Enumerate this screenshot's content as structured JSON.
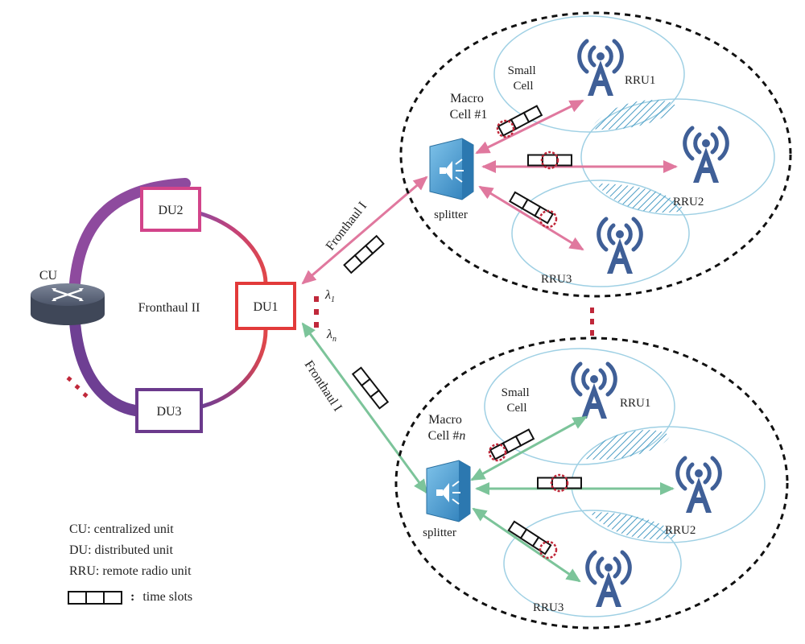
{
  "nodes": {
    "cu": "CU",
    "du1": "DU1",
    "du2": "DU2",
    "du3": "DU3"
  },
  "ring_label": "Fronthaul II",
  "fronthaul_label": "Fronthaul I",
  "wavelengths": {
    "first": "λ",
    "first_sub": "1",
    "last": "λ",
    "last_sub": "n"
  },
  "macro_cells": [
    {
      "name_line1": "Macro",
      "name_line2": "Cell #1",
      "small_cell_line1": "Small",
      "small_cell_line2": "Cell",
      "splitter": "splitter",
      "rru": [
        "RRU1",
        "RRU2",
        "RRU3"
      ],
      "link_color": "#e0789e"
    },
    {
      "name_line1": "Macro",
      "name_line2_prefix": "Cell #",
      "name_line2_italic": "n",
      "small_cell_line1": "Small",
      "small_cell_line2": "Cell",
      "splitter": "splitter",
      "rru": [
        "RRU1",
        "RRU2",
        "RRU3"
      ],
      "link_color": "#7cc49a"
    }
  ],
  "legend": {
    "cu": "CU: centralized unit",
    "du": "DU: distributed unit",
    "rru": "RRU: remote radio unit",
    "slots": "time slots"
  },
  "colors": {
    "antenna": "#3f5f97",
    "cell_outline": "#9fd0e4",
    "du_red": "#e23a3a",
    "du_magenta": "#d2448a",
    "du_purple": "#6b3a8c",
    "dots_red": "#c0283a"
  }
}
